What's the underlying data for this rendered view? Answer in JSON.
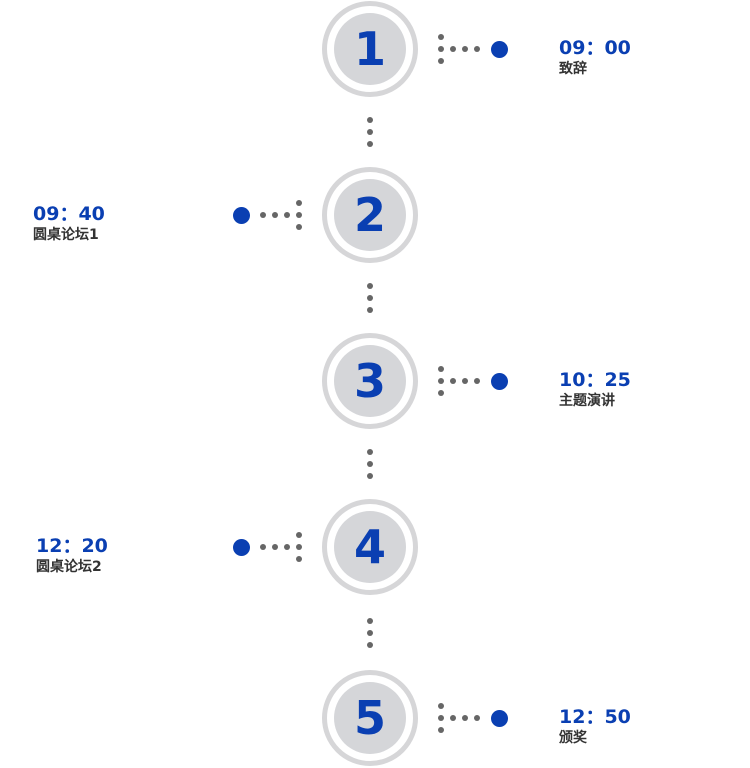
{
  "colors": {
    "accent": "#0a3fb2",
    "ring": "#d6d6d8",
    "dots": "#666666"
  },
  "steps": [
    {
      "number": "1",
      "time": "09：00",
      "label": "致辞",
      "side": "right"
    },
    {
      "number": "2",
      "time": "09：40",
      "label": "圆桌论坛1",
      "side": "left"
    },
    {
      "number": "3",
      "time": "10：25",
      "label": "主题演讲",
      "side": "right"
    },
    {
      "number": "4",
      "time": "12：20",
      "label": "圆桌论坛2",
      "side": "left"
    },
    {
      "number": "5",
      "time": "12：50",
      "label": "颁奖",
      "side": "right"
    }
  ]
}
